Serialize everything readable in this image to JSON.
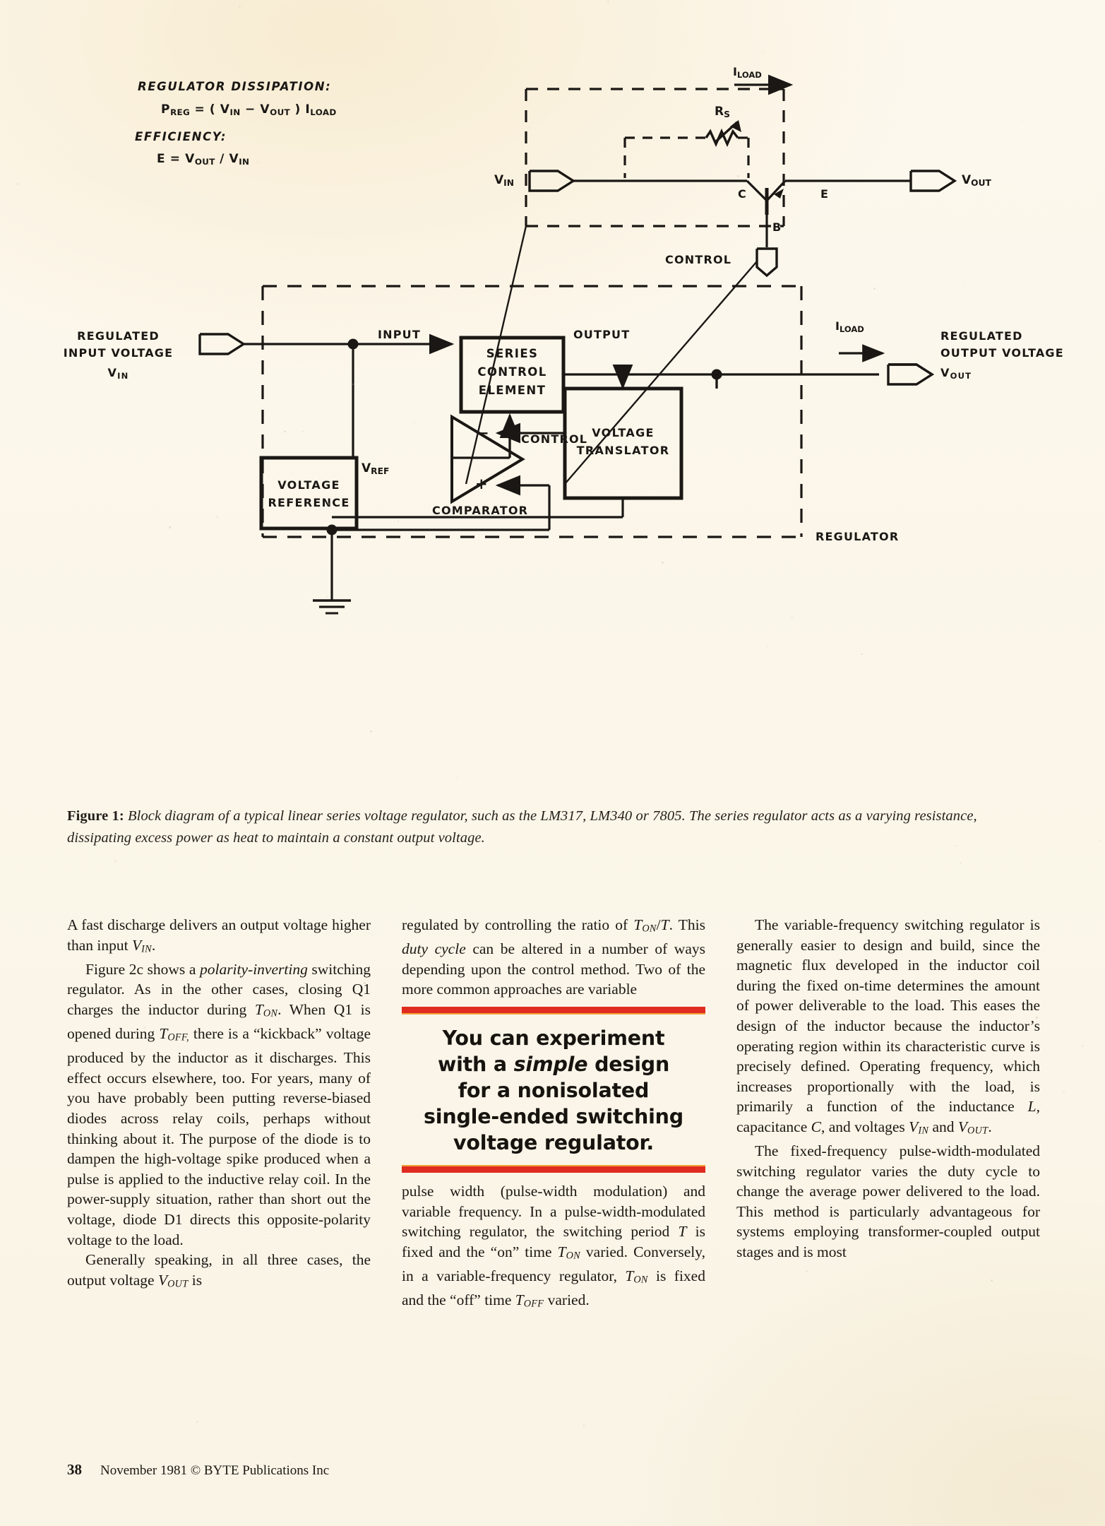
{
  "figure": {
    "annotations": {
      "dissipation_title": "REGULATOR DISSIPATION:",
      "dissipation_formula_p": "P",
      "dissipation_formula_preg_sub": "REG",
      "dissipation_formula_eq": " = ( V",
      "dissipation_in_sub": "IN",
      "dissipation_minus": " − V",
      "dissipation_out_sub": "OUT",
      "dissipation_close": " ) I",
      "dissipation_load_sub": "LOAD",
      "efficiency_title": "EFFICIENCY:",
      "efficiency_e": "E = V",
      "efficiency_out_sub": "OUT",
      "efficiency_slash": " / V",
      "efficiency_in_sub": "IN"
    },
    "top_circuit": {
      "i_load": "I",
      "i_load_sub": "LOAD",
      "rs": "R",
      "rs_sub": "S",
      "v_in": "V",
      "v_in_sub": "IN",
      "v_out": "V",
      "v_out_sub": "OUT",
      "collector": "C",
      "base": "B",
      "emitter": "E",
      "control": "CONTROL"
    },
    "block_diagram": {
      "regulated_input_line1": "REGULATED",
      "regulated_input_line2": "INPUT  VOLTAGE",
      "regulated_input_v": "V",
      "regulated_input_v_sub": "IN",
      "input_label": "INPUT",
      "series_control_line1": "SERIES",
      "series_control_line2": "CONTROL",
      "series_control_line3": "ELEMENT",
      "output_label": "OUTPUT",
      "control_label": "CONTROL",
      "i_load": "I",
      "i_load_sub": "LOAD",
      "regulated_output_line1": "REGULATED",
      "regulated_output_line2": "OUTPUT  VOLTAGE",
      "regulated_output_v": "V",
      "regulated_output_v_sub": "OUT",
      "voltage_translator_line1": "VOLTAGE",
      "voltage_translator_line2": "TRANSLATOR",
      "comparator_label": "COMPARATOR",
      "comparator_minus": "−",
      "comparator_plus": "+",
      "voltage_reference_line1": "VOLTAGE",
      "voltage_reference_line2": "REFERENCE",
      "v_ref": "V",
      "v_ref_sub": "REF",
      "regulator_label": "REGULATOR"
    }
  },
  "caption": {
    "label": "Figure 1:",
    "text": " Block diagram of a typical linear series voltage regulator, such as the LM317, LM340 or 7805. The series regulator acts as a varying resistance, dissipating excess power as heat to maintain a constant output voltage."
  },
  "columns": {
    "col1": {
      "p1_a": "A fast discharge delivers an output voltage higher than input ",
      "p1_v": "V",
      "p1_v_sub": "IN",
      "p1_b": ".",
      "p2_a": "Figure 2c shows a ",
      "p2_i1": "polarity-inverting",
      "p2_b": " switching regulator. As in the other cases, closing Q1 charges the inductor during ",
      "p2_t1": "T",
      "p2_t1_sub": "ON",
      "p2_c": ". When Q1 is opened during ",
      "p2_t2": "T",
      "p2_t2_sub": "OFF,",
      "p2_d": " there is a “kickback” voltage produced by the inductor as it discharges. This effect occurs elsewhere, too. For years, many of you have probably been putting reverse-biased diodes across relay coils, perhaps without thinking about it. The purpose of the diode is to dampen the high-voltage spike produced when a pulse is applied to the inductive relay coil. In the power-supply situation, rather than short out the voltage, diode D1 directs this opposite-polarity voltage to the load.",
      "p3_a": "Generally speaking, in all three cases, the output voltage ",
      "p3_v": "V",
      "p3_v_sub": "OUT",
      "p3_b": " is"
    },
    "col2": {
      "p1_a": "regulated by controlling the ratio of ",
      "p1_t1": "T",
      "p1_t1_sub": "ON",
      "p1_b": "/",
      "p1_t2": "T",
      "p1_c": ". This ",
      "p1_i1": "duty cycle",
      "p1_d": " can be altered in a number of ways depending upon the control method. Two of the more common approaches are variable",
      "pull_line1": "You can experiment",
      "pull_line2a": "with a ",
      "pull_line2i": "simple",
      "pull_line2b": " design",
      "pull_line3": "for a nonisolated",
      "pull_line4": "single-ended switching",
      "pull_line5": "voltage regulator.",
      "p2_a": "pulse width (pulse-width modulation) and variable frequency. In a pulse-width-modulated switching regulator, the switching period ",
      "p2_t": "T",
      "p2_b": " is fixed and the “on” time ",
      "p2_t2": "T",
      "p2_t2_sub": "ON",
      "p2_c": " varied. Conversely, in a variable-frequency regulator, ",
      "p2_t3": "T",
      "p2_t3_sub": "ON",
      "p2_d": " is fixed and the “off” time ",
      "p2_t4": "T",
      "p2_t4_sub": "OFF",
      "p2_e": " varied."
    },
    "col3": {
      "p1_a": "The variable-frequency switching regulator is generally easier to design and build, since the magnetic flux developed in the inductor coil during the fixed on-time determines the amount of power deliverable to the load. This eases the design of the inductor because the inductor’s operating region within its characteristic curve is precisely defined. Operating frequency, which increases proportionally with the load, is primarily a function of the inductance ",
      "p1_l": "L,",
      "p1_b": " capacitance ",
      "p1_c_it": "C",
      "p1_c": ", and voltages ",
      "p1_v1": "V",
      "p1_v1_sub": "IN",
      "p1_d": " and ",
      "p1_v2": "V",
      "p1_v2_sub": "OUT",
      "p1_e": ".",
      "p2": "The fixed-frequency pulse-width-modulated switching regulator varies the duty cycle to change the average power delivered to the load. This method is particularly advantageous for systems employing transformer-coupled output stages and is most"
    }
  },
  "footer": {
    "page_number": "38",
    "credit": "November 1981 © BYTE Publications Inc"
  },
  "colors": {
    "paper": "#fbf7ec",
    "ink": "#1a1714",
    "accent_red": "#e02b20",
    "accent_orange": "#f0a23a"
  }
}
